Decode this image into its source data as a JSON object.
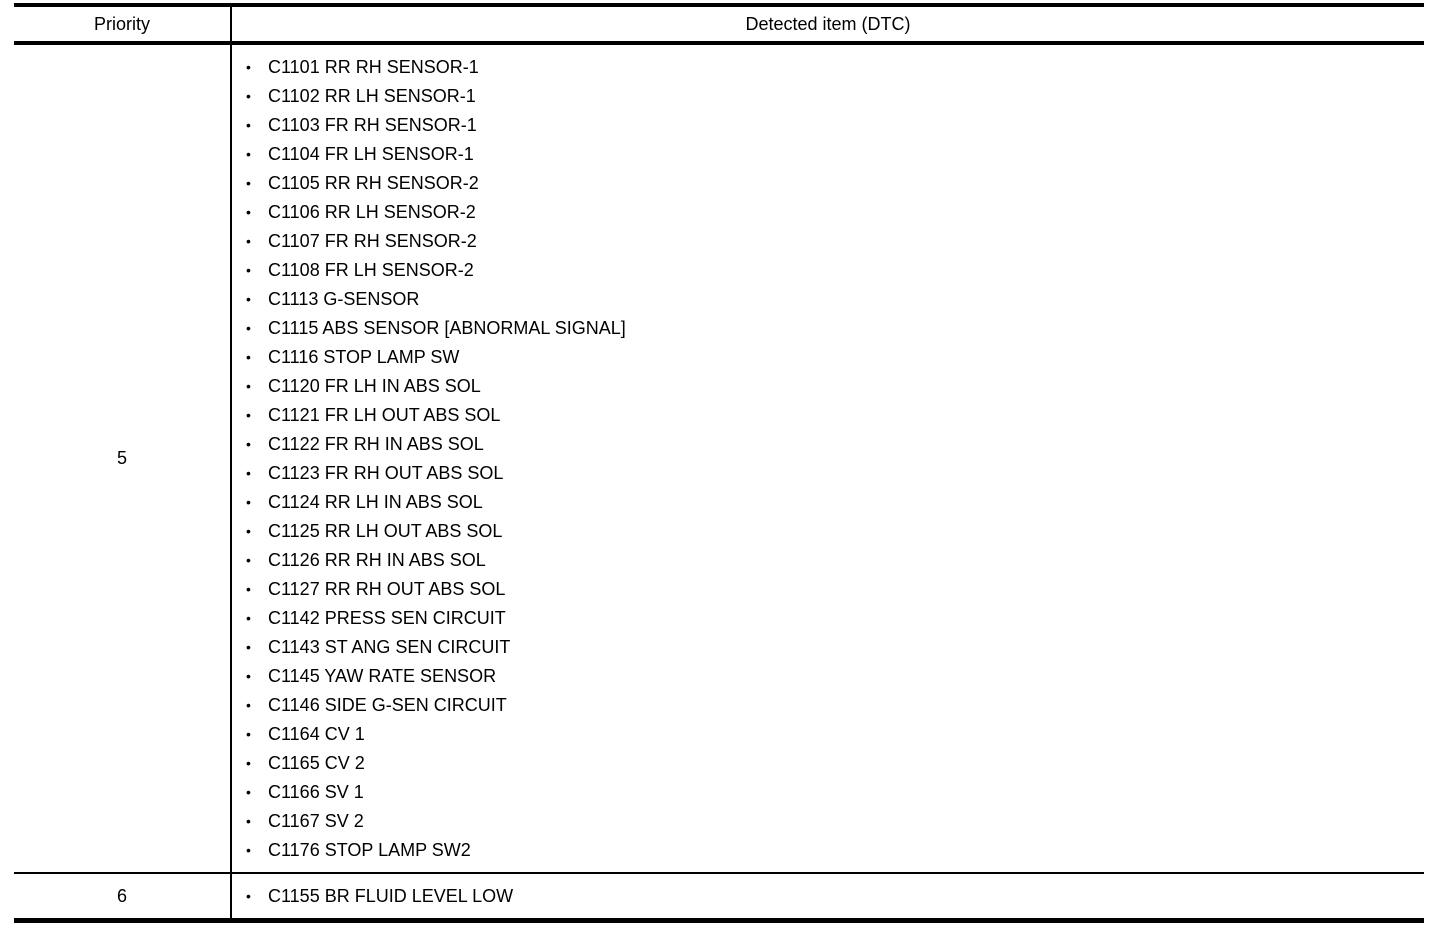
{
  "table": {
    "columns": [
      {
        "label": "Priority"
      },
      {
        "label": "Detected item (DTC)"
      }
    ],
    "rows": [
      {
        "priority": "5",
        "items": [
          "C1101 RR RH SENSOR-1",
          "C1102 RR LH SENSOR-1",
          "C1103 FR RH SENSOR-1",
          "C1104 FR LH SENSOR-1",
          "C1105 RR RH SENSOR-2",
          "C1106 RR LH SENSOR-2",
          "C1107 FR RH SENSOR-2",
          "C1108 FR LH SENSOR-2",
          "C1113 G-SENSOR",
          "C1115 ABS SENSOR [ABNORMAL SIGNAL]",
          "C1116 STOP LAMP SW",
          "C1120 FR LH IN ABS SOL",
          "C1121 FR LH OUT ABS SOL",
          "C1122 FR RH IN ABS SOL",
          "C1123 FR RH OUT ABS SOL",
          "C1124 RR LH IN ABS SOL",
          "C1125 RR LH OUT ABS SOL",
          "C1126 RR RH IN ABS SOL",
          "C1127 RR RH OUT ABS SOL",
          "C1142 PRESS SEN CIRCUIT",
          "C1143 ST ANG SEN CIRCUIT",
          "C1145 YAW RATE SENSOR",
          "C1146 SIDE G-SEN CIRCUIT",
          "C1164 CV 1",
          "C1165 CV 2",
          "C1166 SV 1",
          "C1167 SV 2",
          "C1176 STOP LAMP SW2"
        ]
      },
      {
        "priority": "6",
        "items": [
          "C1155 BR FLUID LEVEL LOW"
        ]
      }
    ]
  },
  "icons": {
    "bullet": "•"
  },
  "colors": {
    "text": "#000000",
    "border": "#000000",
    "background": "#ffffff"
  }
}
